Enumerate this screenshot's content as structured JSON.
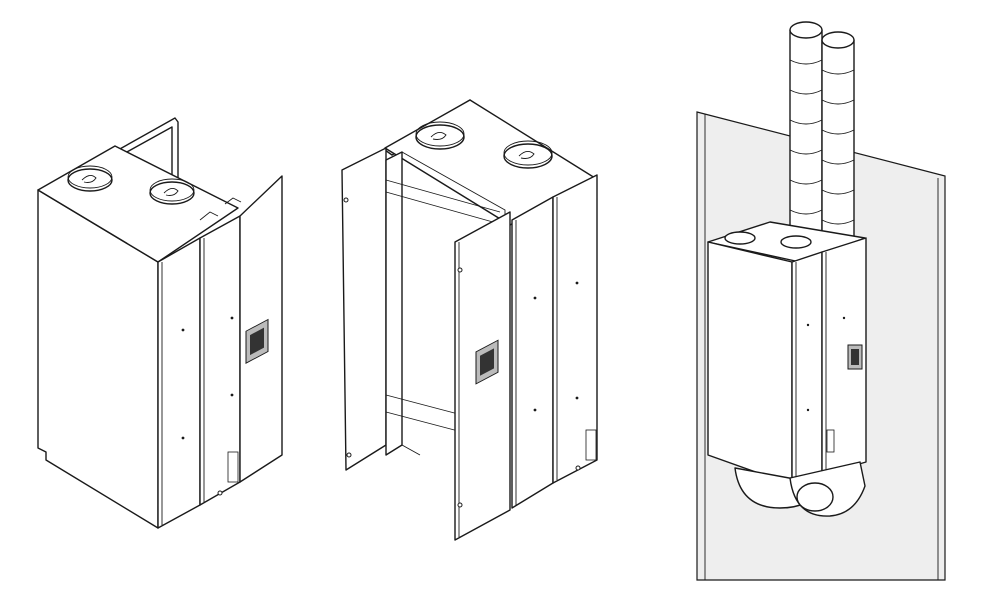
{
  "figure": {
    "views": [
      {
        "id": "assembled-unit",
        "description_icon": "ventilation-unit-closed"
      },
      {
        "id": "exploded-unit",
        "description_icon": "ventilation-unit-open"
      },
      {
        "id": "wall-mounted-unit",
        "description_icon": "ventilation-unit-installed"
      }
    ]
  },
  "colors": {
    "line": "#1a1a1a",
    "panel": "#ffffff",
    "wall": "#eeeeee",
    "screen": "#333333",
    "screen_frame": "#bbbbbb"
  }
}
